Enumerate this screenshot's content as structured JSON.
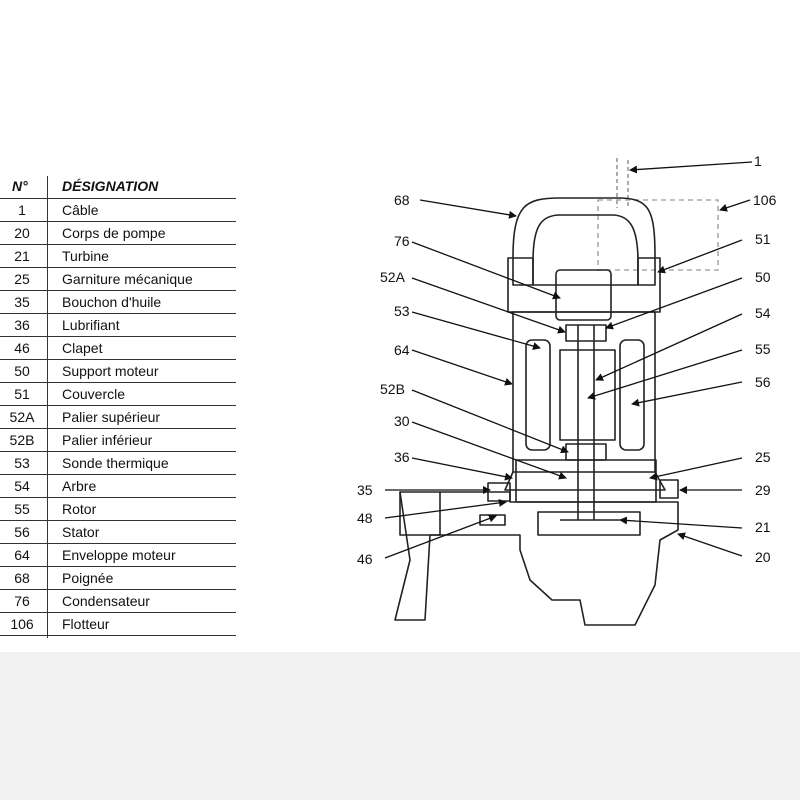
{
  "legend": {
    "header_num": "N°",
    "header_name": "DÉSIGNATION",
    "rows": [
      {
        "num": "1",
        "name": "Câble"
      },
      {
        "num": "20",
        "name": "Corps de pompe"
      },
      {
        "num": "21",
        "name": "Turbine"
      },
      {
        "num": "25",
        "name": "Garniture mécanique"
      },
      {
        "num": "35",
        "name": "Bouchon d'huile"
      },
      {
        "num": "36",
        "name": "Lubrifiant"
      },
      {
        "num": "46",
        "name": "Clapet"
      },
      {
        "num": "50",
        "name": "Support moteur"
      },
      {
        "num": "51",
        "name": "Couvercle"
      },
      {
        "num": "52A",
        "name": "Palier supérieur"
      },
      {
        "num": "52B",
        "name": "Palier inférieur"
      },
      {
        "num": "53",
        "name": "Sonde thermique"
      },
      {
        "num": "54",
        "name": "Arbre"
      },
      {
        "num": "55",
        "name": "Rotor"
      },
      {
        "num": "56",
        "name": "Stator"
      },
      {
        "num": "64",
        "name": "Enveloppe moteur"
      },
      {
        "num": "68",
        "name": "Poignée"
      },
      {
        "num": "76",
        "name": "Condensateur"
      },
      {
        "num": "106",
        "name": "Flotteur"
      }
    ]
  },
  "callouts": {
    "c1": "1",
    "c106": "106",
    "c68": "68",
    "c76": "76",
    "c51": "51",
    "c52A": "52A",
    "c50": "50",
    "c53": "53",
    "c54": "54",
    "c64": "64",
    "c55": "55",
    "c56": "56",
    "c52B": "52B",
    "c30": "30",
    "c36": "36",
    "c25": "25",
    "c35": "35",
    "c29": "29",
    "c48": "48",
    "c21": "21",
    "c46": "46",
    "c20": "20"
  }
}
